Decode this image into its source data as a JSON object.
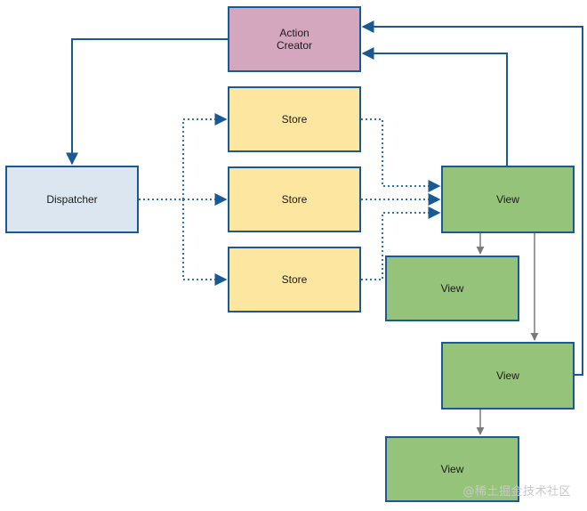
{
  "nodes": {
    "action_creator": {
      "line1": "Action",
      "line2": "Creator"
    },
    "dispatcher": {
      "label": "Dispatcher"
    },
    "store_1": {
      "label": "Store"
    },
    "store_2": {
      "label": "Store"
    },
    "store_3": {
      "label": "Store"
    },
    "view_1": {
      "label": "View"
    },
    "view_2": {
      "label": "View"
    },
    "view_3": {
      "label": "View"
    },
    "view_4": {
      "label": "View"
    }
  },
  "colors": {
    "action_fill": "#d4a7be",
    "store_fill": "#fde6a0",
    "dispatcher_fill": "#dce6f0",
    "view_fill": "#96c37a",
    "border": "#1a5a94",
    "solid_arrow": "#1a5a94",
    "dotted_arrow": "#2d73b8",
    "gray_arrow": "#7a7a7a"
  },
  "watermark": "@稀土掘金技术社区"
}
